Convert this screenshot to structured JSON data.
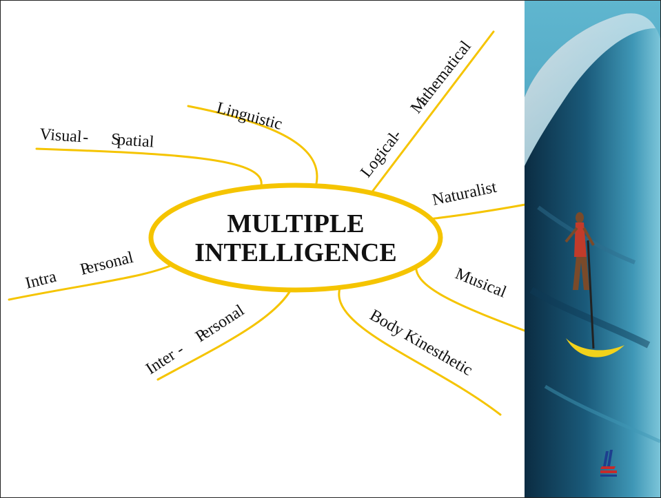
{
  "diagram": {
    "center": {
      "line1": "MULTIPLE",
      "line2": "INTELLIGENCE"
    },
    "branches": [
      {
        "label": "Linguistic"
      },
      {
        "label": "Logical",
        "label2": "M",
        "label3": "athematical"
      },
      {
        "label": "Visual",
        "label2": "S",
        "label3": "patial"
      },
      {
        "label": "Naturalist"
      },
      {
        "label": "Intra",
        "label2": "P",
        "label3": "ersonal"
      },
      {
        "label": "Musical"
      },
      {
        "label": "Inter",
        "label2": "P",
        "label3": "ersonal"
      },
      {
        "label": "Body Kinesthetic"
      }
    ]
  },
  "colors": {
    "accent": "#F5C400",
    "text": "#111111",
    "wave_dark": "#0E3A55",
    "wave_light": "#4FA6C2",
    "surfboard": "#F2D21B"
  },
  "logo_icon": "il-logo-icon"
}
